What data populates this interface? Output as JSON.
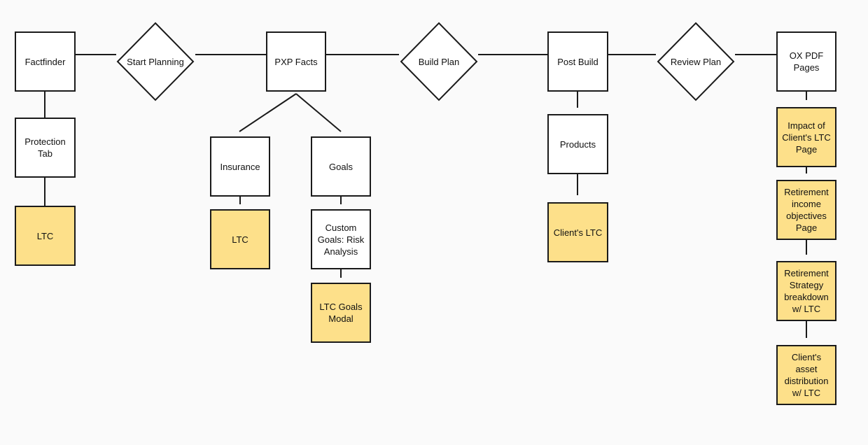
{
  "nodes": {
    "factfinder": "Factfinder",
    "start_planning": "Start Planning",
    "pxp_facts": "PXP Facts",
    "build_plan": "Build Plan",
    "post_build": "Post Build",
    "review_plan": "Review Plan",
    "ox_pdf_pages": "OX PDF Pages",
    "protection_tab": "Protection Tab",
    "ltc_factfinder": "LTC",
    "insurance": "Insurance",
    "goals": "Goals",
    "ltc_insurance": "LTC",
    "custom_goals": "Custom Goals: Risk Analysis",
    "ltc_goals_modal": "LTC Goals Modal",
    "products": "Products",
    "clients_ltc": "Client's LTC",
    "impact_ltc_page": "Impact of Client's LTC Page",
    "retirement_income_page": "Retirement income objectives Page",
    "retirement_strategy": "Retirement Strategy breakdown w/ LTC",
    "asset_distribution": "Client's asset distribution w/ LTC"
  },
  "colors": {
    "highlight": "#fde08a",
    "box": "#ffffff",
    "stroke": "#1a1a1a",
    "background": "#fafafa"
  }
}
